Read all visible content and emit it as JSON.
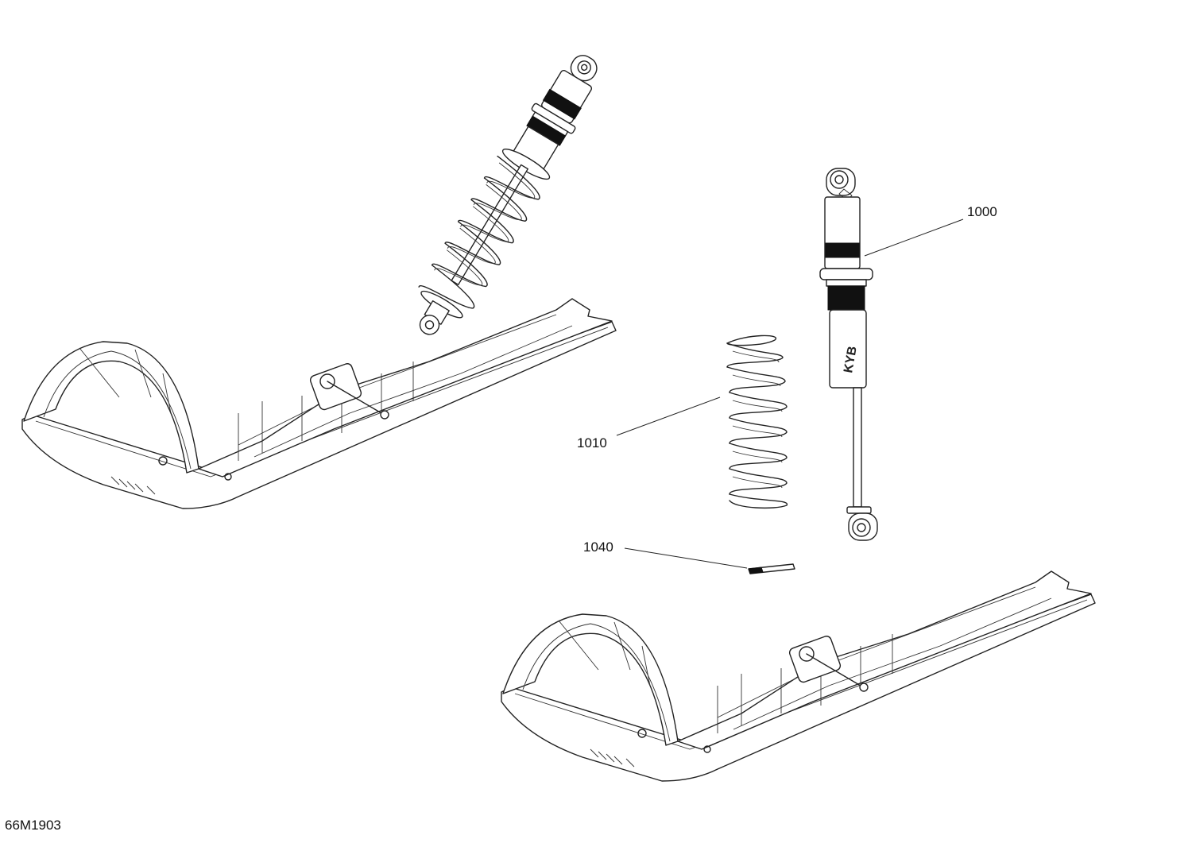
{
  "figure": {
    "reference": "66M1903"
  },
  "callouts": [
    {
      "id": "shock-absorber",
      "label": "1000"
    },
    {
      "id": "spring",
      "label": "1010"
    },
    {
      "id": "clip",
      "label": "1040"
    }
  ],
  "shock_logo": "KYB",
  "colors": {
    "line": "#222222",
    "background": "#ffffff",
    "band": "#111111"
  }
}
